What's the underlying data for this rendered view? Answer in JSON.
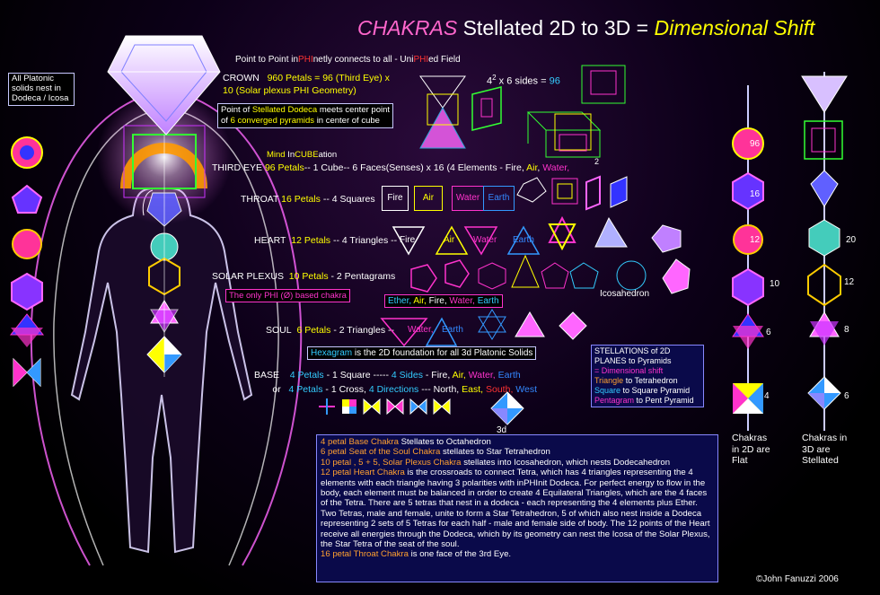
{
  "title": {
    "part1": "CHAKRAS",
    "part2": "Stellated 2D to 3D =",
    "part3": "Dimensional Shift"
  },
  "subtitle": {
    "a": "Point to Point in",
    "b": "PHI",
    "c": "netly connects to all - Uni",
    "d": "PHI",
    "e": "ed Field"
  },
  "left_note": "All Platonic solids nest in Dodeca / Icosa",
  "crown": {
    "name": "CROWN",
    "petals": "960 Petals",
    "rest1": "= 96 (Third Eye) x",
    "rest2": "10  (Solar plexus PHI Geometry)"
  },
  "formula": {
    "base": "4",
    "exp": "2",
    "rest": "x 6 sides =",
    "result": "96"
  },
  "dodeca_note": {
    "line1a": "Point of",
    "line1b": "Stellated Dodeca",
    "line1c": "meets center point",
    "line2a": "of",
    "line2b": "6 converged pyramids",
    "line2c": "in center of cube"
  },
  "mind": {
    "a": "Mind",
    "b": "In",
    "c": "CUBE",
    "d": "ation"
  },
  "third_eye": {
    "name": "THIRD EYE",
    "petals": "96 Petals",
    "rest": "-- 1 Cube-- 6 Faces(Senses) x 16 (4 Elements  - Fire,",
    "air": "Air",
    "water": "Water,"
  },
  "throat": {
    "name": "THROAT",
    "petals": "16 Petals",
    "rest": "-- 4 Squares",
    "elements": [
      "Fire",
      "Air",
      "Water",
      "Earth"
    ]
  },
  "heart": {
    "name": "HEART",
    "petals": "12 Petals",
    "rest": "-- 4 Triangles --",
    "elements": [
      "Fire",
      "Air",
      "Water",
      "Earth"
    ]
  },
  "solar": {
    "name": "SOLAR PLEXUS",
    "petals": "10  Petals",
    "rest": "- 2 Pentagrams",
    "phi_note": "The only PHI (Ø)  based chakra",
    "elements_label": "Ether,",
    "elements": [
      "Air,",
      "Fire,",
      "Water,",
      "Earth"
    ],
    "icosa": "Icosahedron"
  },
  "soul": {
    "name": "SOUL",
    "petals": "6 Petals",
    "rest": "-  2  Triangles --",
    "elements": [
      "Water,",
      "Earth"
    ],
    "hexagram": "Hexagram",
    "hex_rest": "is the 2D foundation for all 3d Platonic Solids"
  },
  "base": {
    "name": "BASE",
    "line1a": "4 Petals",
    "line1b": "- 1 Square  -----",
    "line1c": "4  Sides",
    "line1d": "- Fire,",
    "line1e": "Air,",
    "line1f": "Water,",
    "line1g": "Earth",
    "line2a": "or",
    "line2b": "4 Petals",
    "line2c": "- 1 Cross,",
    "line2d": "4  Directions",
    "line2e": "--- North,",
    "line2f": "East,",
    "line2g": "South,",
    "line2h": "West",
    "threed": "3d"
  },
  "stellations": {
    "l1": "STELLATIONS of 2D",
    "l2": "PLANES to Pyramids",
    "l3": "= Dimensional shift",
    "l4a": "Triangle",
    "l4b": "to Tetrahedron",
    "l5a": "Square",
    "l5b": "to  Square Pyramid",
    "l6a": "Pentagram",
    "l6b": "to Pent Pyramid"
  },
  "column_2d": {
    "numbers": [
      "96",
      "16",
      "12",
      "10",
      "6",
      "4"
    ],
    "caption": "Chakras in 2D are Flat"
  },
  "column_3d": {
    "numbers": [
      "20",
      "12",
      "8",
      "6"
    ],
    "caption": "Chakras in 3D are Stellated"
  },
  "small_label_2": "2",
  "notes": [
    {
      "hl": "4 petal Base Chakra",
      "rest": " Stellates to Octahedron"
    },
    {
      "hl": "6 petal Seat of the Soul Chakra",
      "rest": "  stellates to Star Tetrahedron"
    },
    {
      "hl": "10 petal , 5 + 5, Solar Plexus Chakra",
      "rest": " stellates into Icosahedron, which nests Dodecahedron"
    },
    {
      "hl": "12 petal Heart Chakra",
      "rest": " is the crossroads to connect  Tetra, which has 4 triangles representing the 4 elements with each triangle having 3 polarities with inPHInit Dodeca. For perfect energy to flow in the body,  each element must be balanced in order to create 4 Equilateral Triangles, which are the 4 faces of the Tetra.  There are 5 tetras that nest in a dodeca - each representing the 4 elements plus  Ether. Two Tetras, male and female,  unite to form a Star Tetrahedron, 5 of  which also nest inside a Dodeca representing 2 sets of 5 Tetras for each half - male and female side of body.  The 12 points of the Heart receive all energies through the Dodeca, which by its geometry can nest the Icosa of the Solar Plexus, the Star Tetra of the seat of the soul."
    },
    {
      "hl": "16 petal Throat Chakra",
      "rest": " is one face of the 3rd Eye."
    }
  ],
  "copyright": "©John Fanuzzi 2006",
  "colors": {
    "fire": "#ffffff",
    "air": "#ffff00",
    "water": "#ff33cc",
    "earth": "#3399ff",
    "highlight": "#ff9933",
    "petals": "#ffff00"
  }
}
